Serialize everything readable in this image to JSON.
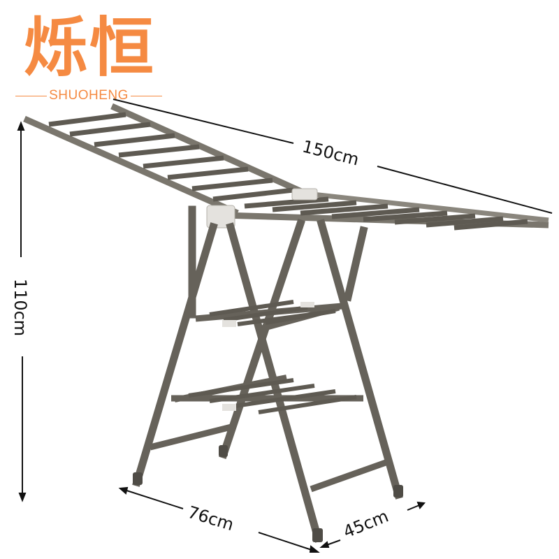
{
  "brand": {
    "name_cn": "烁恒",
    "name_en": "SHUOHENG",
    "color": "#f58a42"
  },
  "product": {
    "type": "folding drying rack",
    "frame_color": "#6b675f",
    "shelves": 2,
    "wings": 2
  },
  "dimensions": {
    "width": "150cm",
    "height": "110cm",
    "length": "76cm",
    "depth": "45cm"
  }
}
